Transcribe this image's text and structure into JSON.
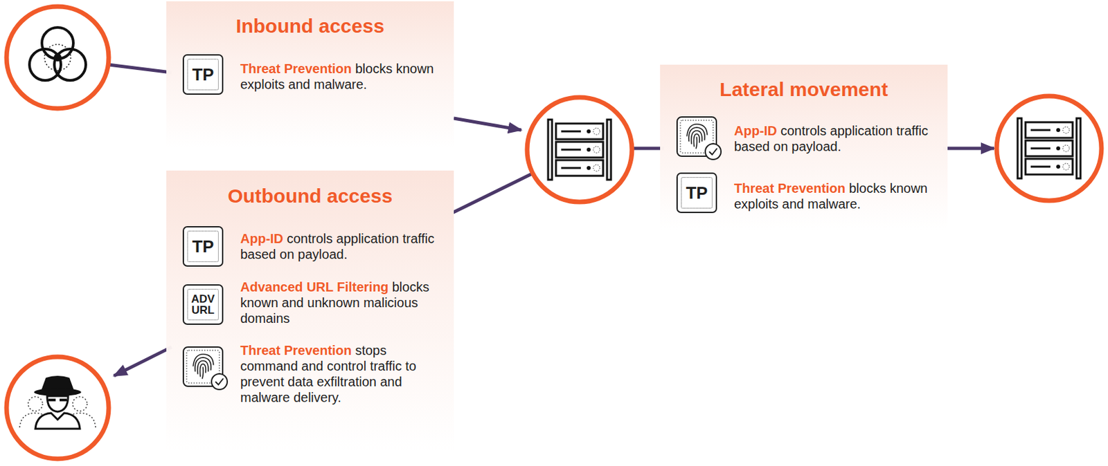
{
  "diagram": {
    "nodes": [
      {
        "text": [
          "Inbound access",
          "Threat Prevention",
          "blocks known exploits and malware."
        ]
      },
      {
        "text": [
          "TP"
        ],
        "in": 0
      },
      {
        "text": [
          "Outbound access",
          "App-ID",
          "controls application traffic based on payload.",
          "Advanced URL Filtering",
          "blocks known and unknown malicious domains",
          "Threat Prevention",
          "stops command and control traffic to prevent data exfiltration and malware delivery."
        ]
      },
      {
        "text": [
          "TP"
        ],
        "in": 2
      },
      {
        "text": [
          "ADV URL"
        ],
        "in": 2
      },
      {
        "text": [
          "Lateral movement",
          "App-ID",
          "controls application traffic based on payload.",
          "Threat Prevention",
          "blocks known exploits and malware."
        ]
      },
      {
        "text": [
          "TP"
        ],
        "in": 5
      }
    ]
  }
}
